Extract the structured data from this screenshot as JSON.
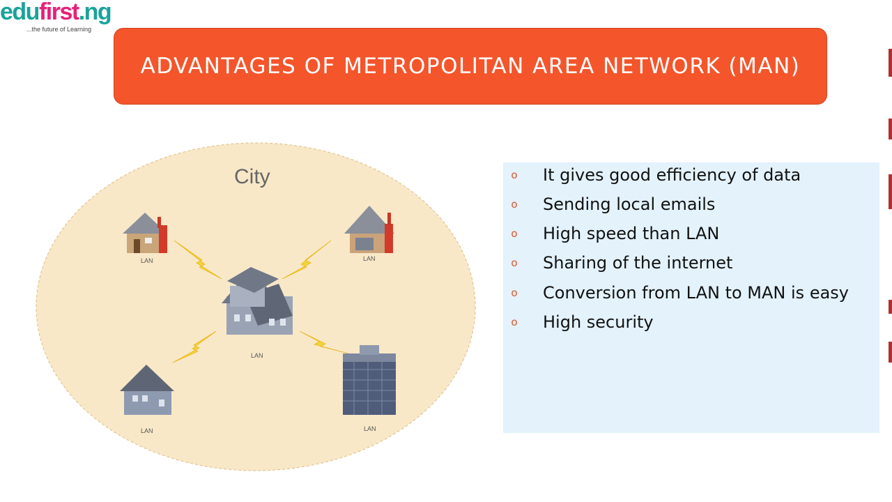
{
  "logo": {
    "brand_main": "edu",
    "brand_accent": "first",
    "brand_end": ".ng",
    "tagline": "...the future of Learning"
  },
  "title": "ADVANTAGES OF METROPOLITAN AREA NETWORK (MAN)",
  "diagram": {
    "city_label": "City",
    "lan_labels": [
      "LAN",
      "LAN",
      "LAN",
      "LAN",
      "LAN"
    ],
    "colors": {
      "city_fill": "#f8e8c8",
      "city_border": "#e0c590",
      "lightning": "#f3d335"
    }
  },
  "advantages": {
    "bullet": "o",
    "items": [
      "It gives good efficiency of data",
      "Sending local emails",
      "High speed than LAN",
      "Sharing of the internet",
      "Conversion from LAN to MAN is easy",
      "High security"
    ]
  },
  "colors": {
    "title_bg": "#f4552b",
    "panel_bg": "#e3f2fb",
    "bullet": "#e2552b"
  }
}
